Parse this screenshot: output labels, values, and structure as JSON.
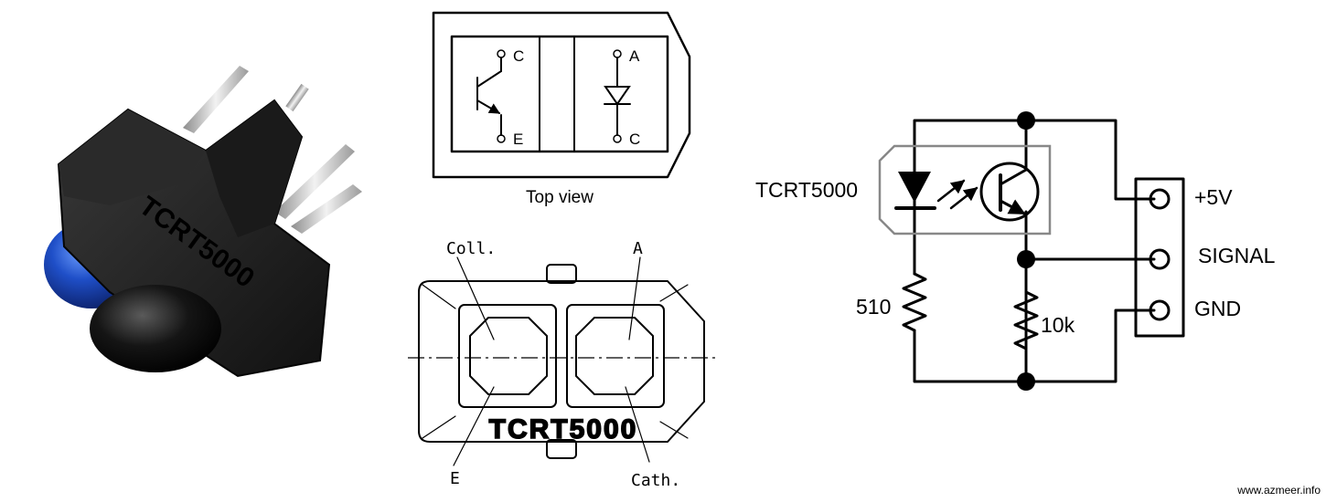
{
  "photo": {
    "part_marking": "TCRT5000"
  },
  "top_view": {
    "caption": "Top view",
    "transistor_pins": {
      "collector": "C",
      "emitter": "E"
    },
    "diode_pins": {
      "anode": "A",
      "cathode": "C"
    }
  },
  "footprint": {
    "text": "TCRT5000",
    "labels": {
      "collector": "Coll.",
      "anode": "A",
      "emitter": "E",
      "cathode": "Cath."
    }
  },
  "schematic": {
    "part_name": "TCRT5000",
    "resistor_led": "510",
    "resistor_pulldown": "10k",
    "connector_pins": [
      "+5V",
      "SIGNAL",
      "GND"
    ]
  },
  "watermark": "www.azmeer.info",
  "colors": {
    "lens_blue": "#1f4fc8",
    "body_black": "#1c1c1c",
    "pin_metal": "#c9c9c9"
  }
}
